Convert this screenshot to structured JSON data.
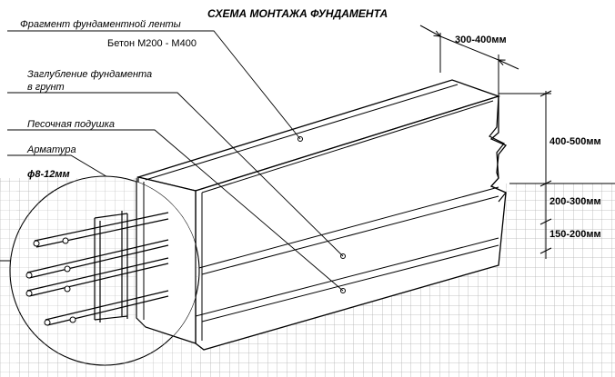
{
  "title": "СХЕМА МОНТАЖА ФУНДАМЕНТА",
  "labels": {
    "fragment": "Фрагмент фундаментной ленты",
    "concrete": "Бетон  М200 - М400",
    "depth_line1": "Заглубление фундамента",
    "depth_line2": "в грунт",
    "sand": "Песочная подушка",
    "rebar": "Арматура",
    "rebar_diameter": "ϕ8-12мм"
  },
  "dimensions": {
    "width": "300-400мм",
    "height_above": "400-500мм",
    "depth_below": "200-300мм",
    "sand_cushion": "150-200мм"
  },
  "colors": {
    "line": "#000000",
    "grid": "#b4b4b4",
    "background": "#ffffff"
  }
}
